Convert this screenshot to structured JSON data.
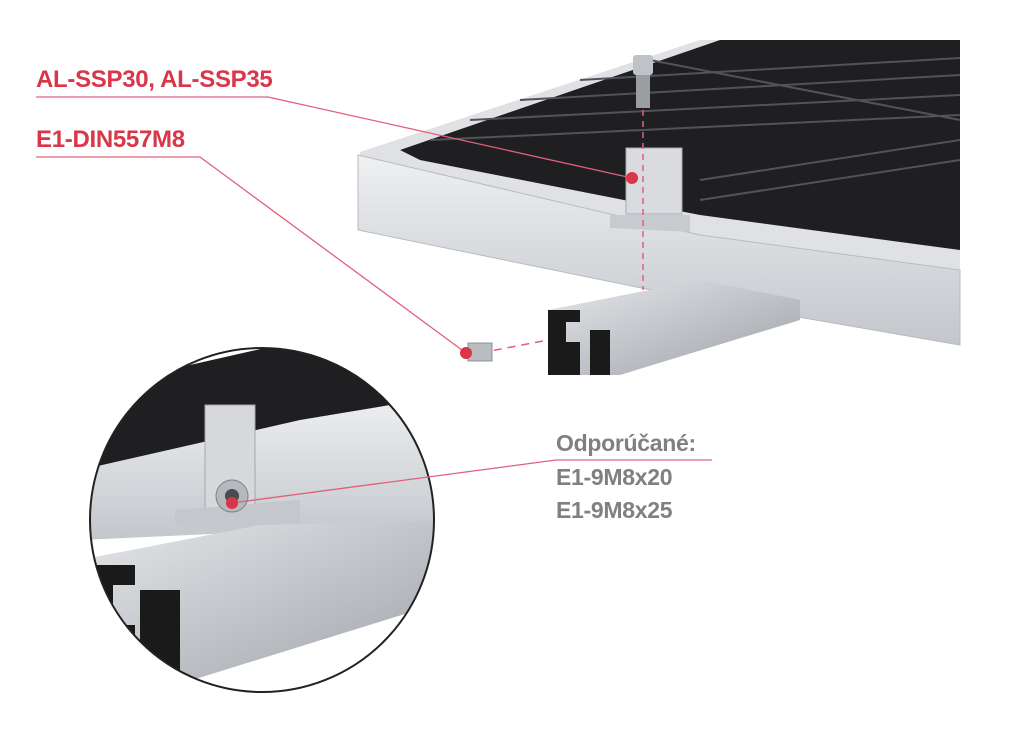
{
  "labels": {
    "clamp": "AL-SSP30, AL-SSP35",
    "nut": "E1-DIN557M8",
    "recommended_title": "Odporúčané:",
    "recommended_items": [
      "E1-9M8x20",
      "E1-9M8x25"
    ]
  },
  "colors": {
    "accent": "#d9364a",
    "grey_text": "#808080",
    "cell": "#1f1f22",
    "frame": "#d4d6da"
  }
}
